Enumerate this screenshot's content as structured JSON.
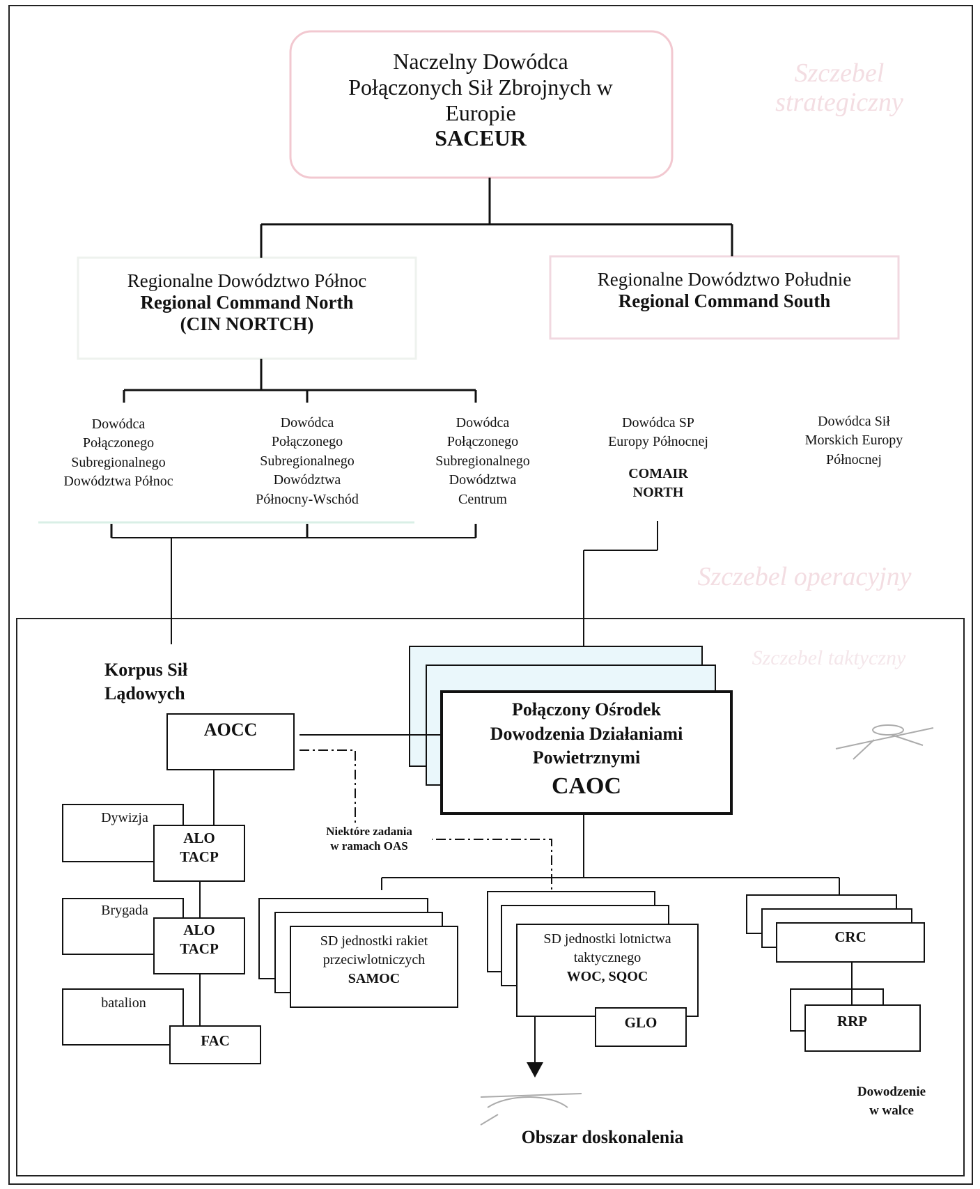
{
  "top": {
    "lines": [
      "Naczelny Dowódca",
      "Połączonych Sił Zbrojnych w",
      "Europie"
    ],
    "abbr": "SACEUR"
  },
  "watermarks": {
    "strategic": "Szczebel strategiczny",
    "operational": "Szczebel operacyjny",
    "tactical": "Szczebel taktyczny"
  },
  "region_north": {
    "line1": "Regionalne Dowództwo Północ",
    "line2": "Regional Command North",
    "line3": "(CIN NORTCH)"
  },
  "region_south": {
    "line1": "Regionalne Dowództwo Południe",
    "line2": "Regional Command South"
  },
  "subregional": [
    {
      "lines": [
        "Dowódca",
        "Połączonego",
        "Subregionalnego",
        "Dowództwa Północ"
      ]
    },
    {
      "lines": [
        "Dowódca",
        "Połączonego",
        "Subregionalnego",
        "Dowództwa",
        "Północny-Wschód"
      ]
    },
    {
      "lines": [
        "Dowódca",
        "Połączonego",
        "Subregionalnego",
        "Dowództwa",
        "Centrum"
      ]
    }
  ],
  "air_north": {
    "lines": [
      "Dowódca SP",
      "Europy Północnej"
    ],
    "abbr1": "COMAIR",
    "abbr2": "NORTH"
  },
  "naval_north": {
    "lines": [
      "Dowódca Sił",
      "Morskich Europy",
      "Północnej"
    ]
  },
  "land_corps": {
    "line1": "Korpus Sił",
    "line2": "Lądowych",
    "aocc": "AOCC"
  },
  "caoc": {
    "lines": [
      "Połączony Ośrodek",
      "Dowodzenia Działaniami",
      "Powietrznymi"
    ],
    "abbr": "CAOC"
  },
  "echelons": [
    {
      "label": "Dywizja",
      "unit1": "ALO",
      "unit2": "TACP"
    },
    {
      "label": "Brygada",
      "unit1": "ALO",
      "unit2": "TACP"
    },
    {
      "label": "batalion",
      "unit1": "FAC"
    }
  ],
  "oas_note": {
    "line1": "Niektóre zadania",
    "line2": "w ramach OAS"
  },
  "samoc": {
    "lines": [
      "SD jednostki rakiet",
      "przeciwlotniczych"
    ],
    "abbr": "SAMOC"
  },
  "woc": {
    "lines": [
      "SD jednostki lotnictwa",
      "taktycznego"
    ],
    "abbr": "WOC, SQOC",
    "glo": "GLO"
  },
  "crc": {
    "label": "CRC",
    "rrp": "RRP"
  },
  "combat_command": {
    "line1": "Dowodzenie",
    "line2": "w walce"
  },
  "area": "Obszar doskonalenia"
}
